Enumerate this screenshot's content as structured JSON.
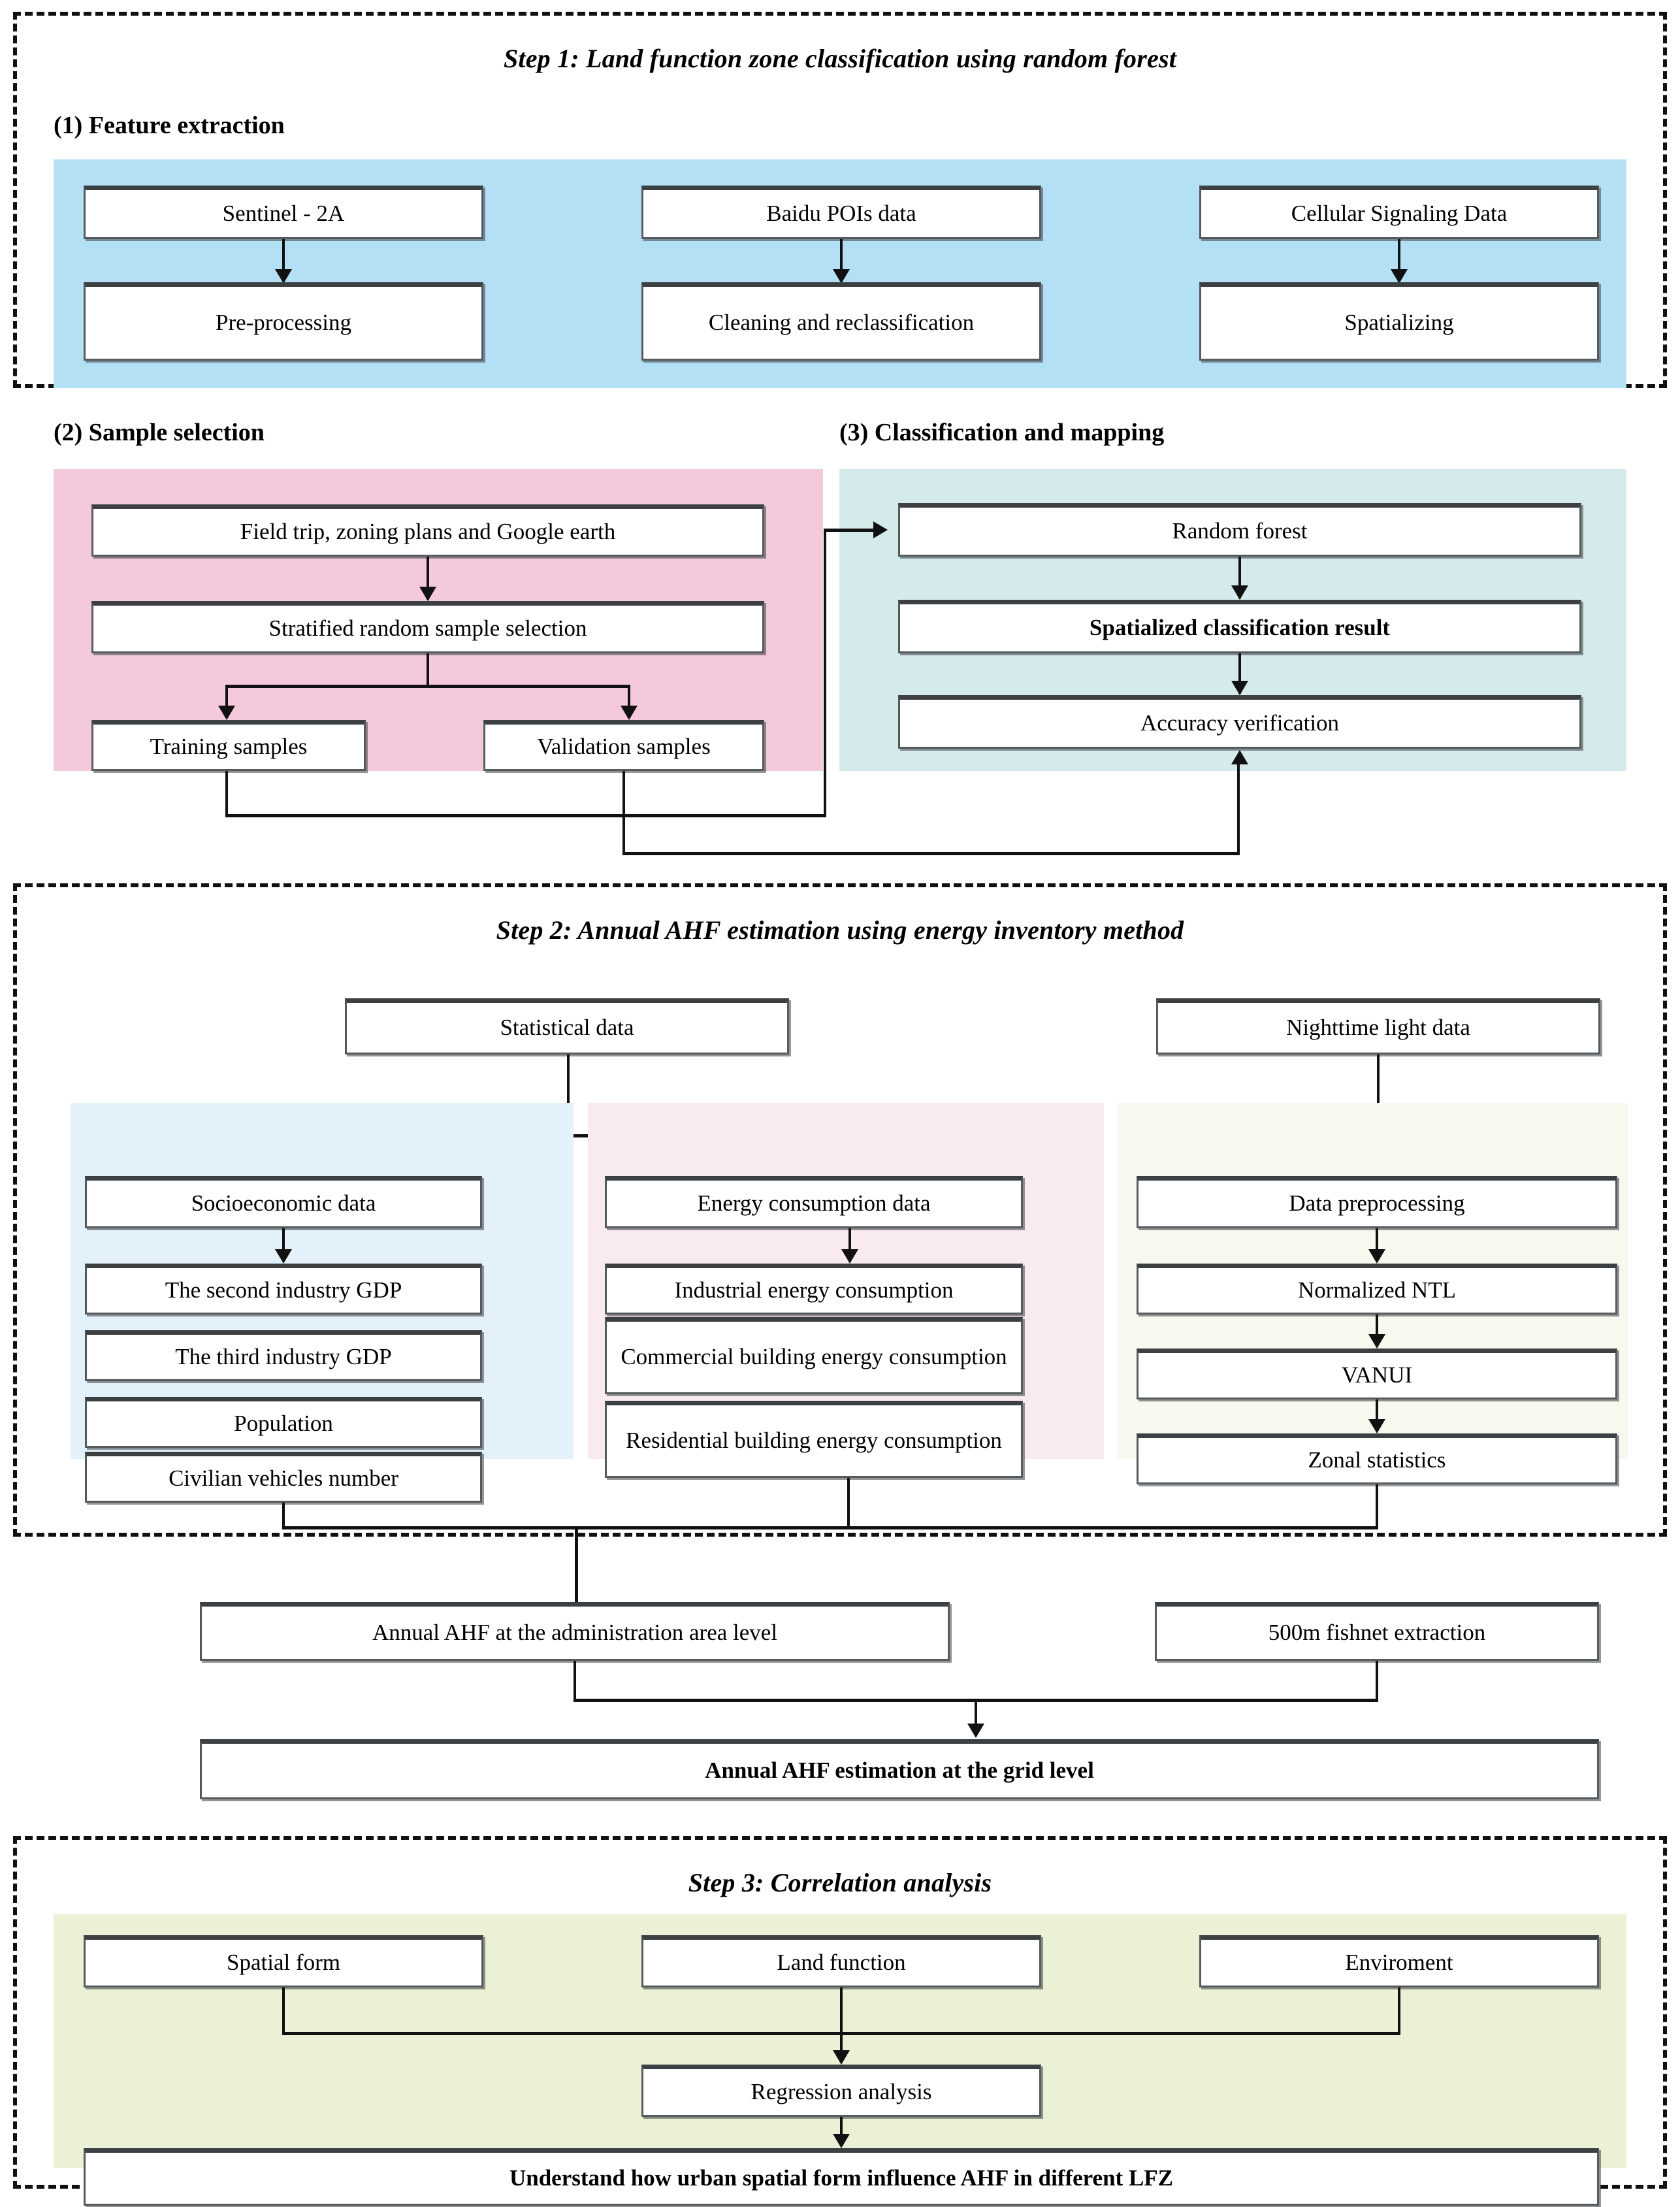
{
  "figure": {
    "kind": "methodology-flowchart",
    "steps": [
      {
        "id": "step1",
        "title": "Step 1: Land function zone classification using random forest",
        "subsections": [
          {
            "id": "feature-extraction",
            "label": "(1) Feature extraction",
            "panel_color": "#b4e0f5",
            "boxes": [
              "Sentinel - 2A",
              "Pre-processing",
              "Baidu POIs data",
              "Cleaning and reclassification",
              "Cellular Signaling Data",
              "Spatializing"
            ]
          },
          {
            "id": "sample-selection",
            "label": "(2) Sample selection",
            "panel_color": "#f4c9dc",
            "boxes": [
              "Field trip, zoning plans and Google earth",
              "Stratified random sample selection",
              "Training samples",
              "Validation samples"
            ]
          },
          {
            "id": "classification-mapping",
            "label": "(3) Classification and mapping",
            "panel_color": "#d5eaea",
            "boxes": [
              "Random forest",
              "Spatialized classification result",
              "Accuracy verification"
            ]
          }
        ]
      },
      {
        "id": "step2",
        "title": "Step 2: Annual AHF estimation using energy inventory method",
        "top_boxes": [
          "Statistical data",
          "Nighttime light data"
        ],
        "columns": [
          {
            "id": "socioeconomic-column",
            "panel_color": "#e2f1fa",
            "boxes": [
              "Socioeconomic data",
              "The second industry GDP",
              "The third industry GDP",
              "Population",
              "Civilian vehicles number"
            ]
          },
          {
            "id": "energy-column",
            "panel_color": "#f9eaf0",
            "boxes": [
              "Energy consumption data",
              "Industrial  energy consumption",
              "Commercial building energy consumption",
              "Residential building energy consumption"
            ]
          },
          {
            "id": "ntl-column",
            "panel_color": "#f7f8ee",
            "boxes": [
              "Data preprocessing",
              "Normalized NTL",
              "VANUI",
              "Zonal statistics"
            ]
          }
        ],
        "lower_boxes": [
          "Annual AHF at the administration area level",
          "500m fishnet extraction"
        ],
        "final_box": "Annual AHF estimation at the grid level"
      },
      {
        "id": "step3",
        "title": "Step 3: Correlation analysis",
        "panel_color": "#eaf1d5",
        "inputs": [
          "Spatial form",
          "Land function",
          "Enviroment"
        ],
        "middle_box": "Regression analysis",
        "final_box": "Understand how urban spatial form influence AHF in different LFZ"
      }
    ]
  },
  "colors": {
    "frame": "#111111",
    "box_border": "#555a5e",
    "box_border_top": "#3c4043",
    "connector": "#111111"
  }
}
